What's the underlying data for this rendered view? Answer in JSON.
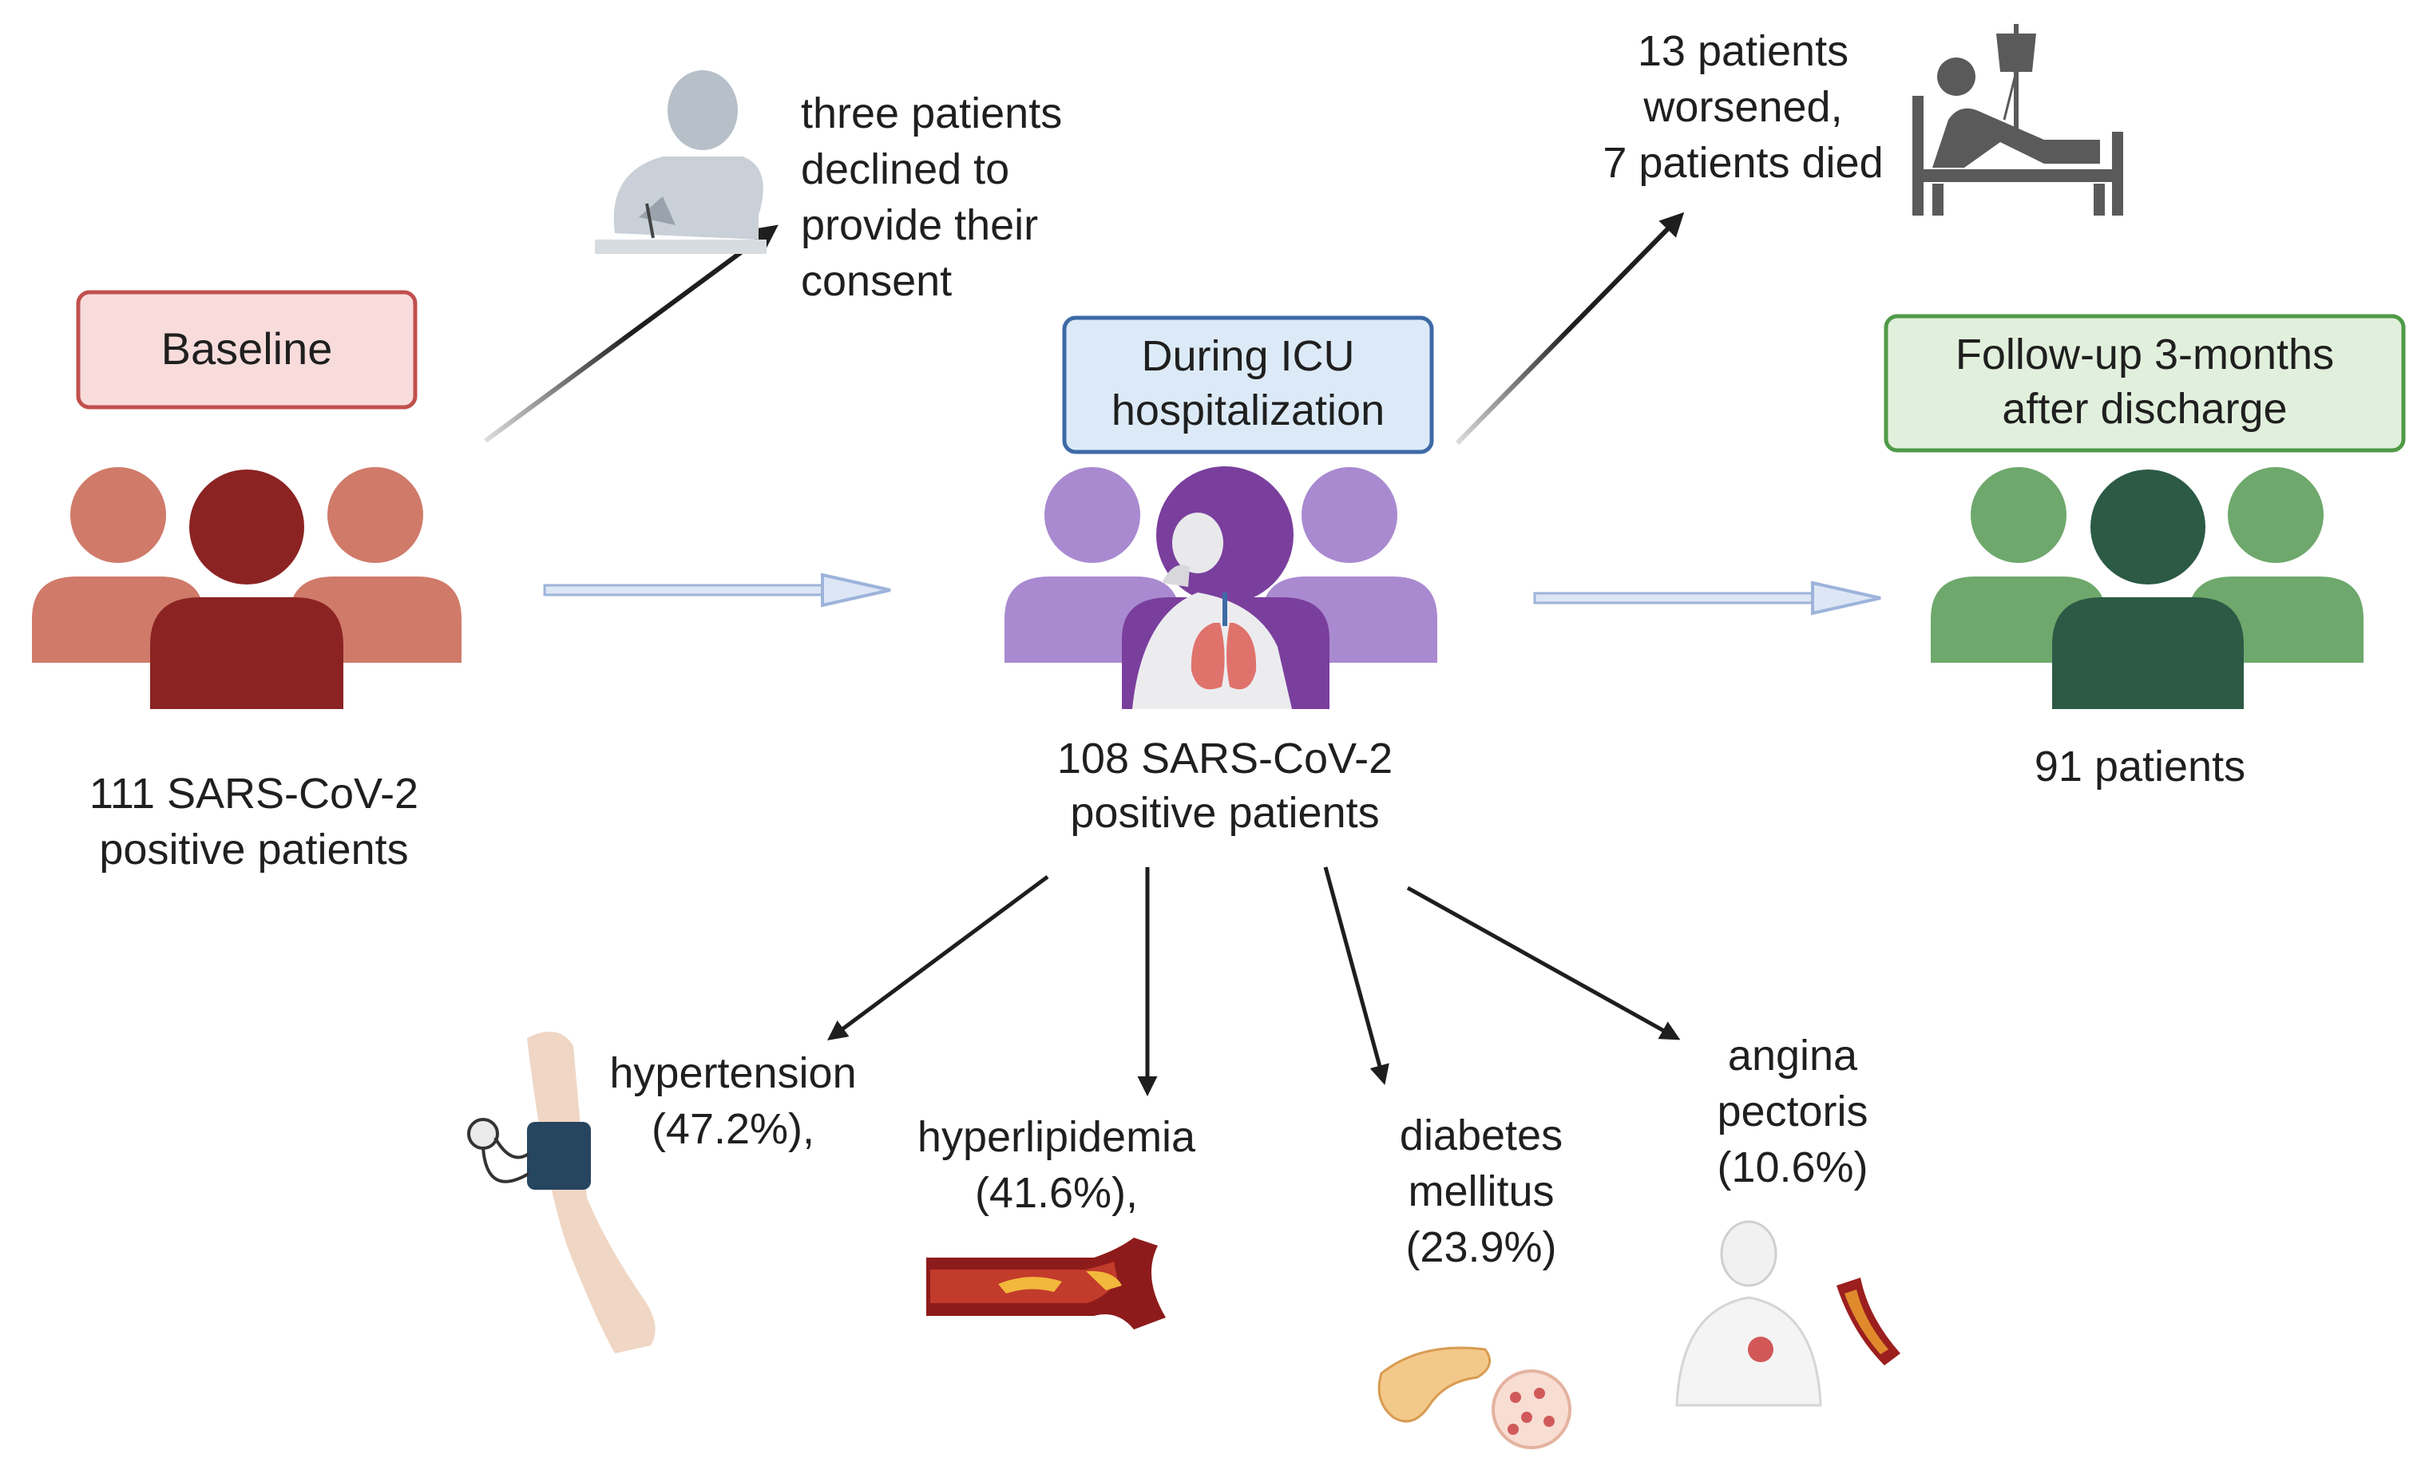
{
  "colors": {
    "baseline_dark": "#8b2323",
    "baseline_light": "#d07a6a",
    "baseline_box_fill": "#f8dcdc",
    "baseline_box_stroke": "#c0504d",
    "icu_dark": "#7a3f9d",
    "icu_light": "#a98ad0",
    "icu_box_fill": "#dceaf7",
    "icu_box_stroke": "#3d6aa5",
    "followup_dark": "#2c5a45",
    "followup_light": "#6ea86c",
    "followup_box_fill": "#e1f0dc",
    "followup_box_stroke": "#4f9a48",
    "arrow": "#1e1e1e",
    "flow_arrow": "#9db3da"
  },
  "stages": {
    "baseline": {
      "label": "Baseline",
      "count_line1": "111 SARS-CoV-2",
      "count_line2": "positive patients",
      "icon": "patient-group-icon"
    },
    "icu": {
      "label_line1": "During ICU",
      "label_line2": "hospitalization",
      "count_line1": "108 SARS-CoV-2",
      "count_line2": "positive patients",
      "icon": "covid-patient-group-icon"
    },
    "followup": {
      "label_line1": "Follow-up 3-months",
      "label_line2": "after discharge",
      "count": "91 patients",
      "icon": "patient-group-icon"
    }
  },
  "exclusions": {
    "declined": {
      "lines": [
        "three patients",
        "declined to",
        "provide their",
        "consent"
      ],
      "icon": "person-writing-icon"
    },
    "outcomes": {
      "lines": [
        "13 patients",
        "worsened,",
        "7 patients died"
      ],
      "icon": "hospital-bed-icon"
    }
  },
  "comorbidities": [
    {
      "name_line1": "hypertension",
      "name_line2": "(47.2%),",
      "icon": "blood-pressure-cuff-icon"
    },
    {
      "name_line1": "hyperlipidemia",
      "name_line2": "(41.6%),",
      "icon": "artery-plaque-icon"
    },
    {
      "name_line1": "diabetes",
      "name_line2": "mellitus",
      "name_line3": "(23.9%)",
      "icon": "pancreas-icon"
    },
    {
      "name_line1": "angina",
      "name_line2": "pectoris",
      "name_line3": "(10.6%)",
      "icon": "chest-pain-icon"
    }
  ]
}
